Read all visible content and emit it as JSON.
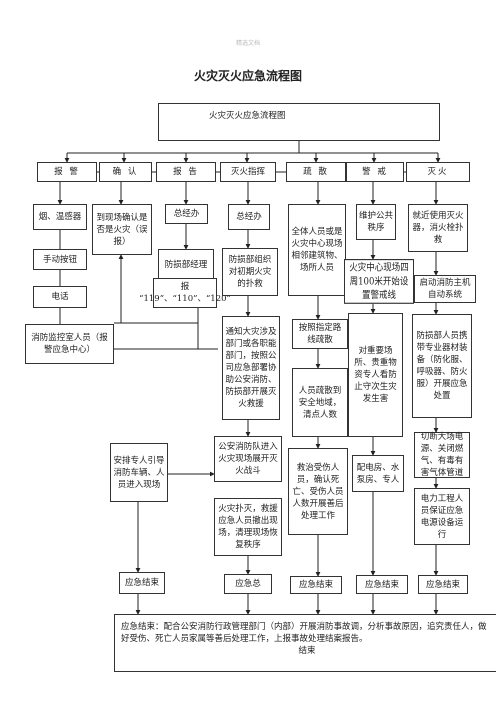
{
  "watermark": "精选文档",
  "title": "火灾灭火应急流程图",
  "header_box": "火灾灭火应急流程图",
  "stages": [
    "报 警",
    "确 认",
    "报 告",
    "灭火指挥",
    "疏 散",
    "警 戒",
    "灭火"
  ],
  "nodes": {
    "alarm_smoke": "烟、温感器",
    "alarm_button": "手动按钮",
    "alarm_phone": "电话",
    "alarm_control": "消防监控室人员（报警应急中心）",
    "confirm_site": "到现场确认是否是火灾（误报）",
    "report_gm": "总经办",
    "report_dept": "防损部经理",
    "report_call": "报 “119”、“110”、“120”",
    "cmd_gm": "总经办",
    "cmd_org": "防损部组织对初期火灾的扑救",
    "cmd_notify": "通知大灾涉及部门或各职能部门，按照公司应急部署协助公安消防、防损部开展灭火救援",
    "cmd_police": "公安消防队进入火灾现场展开灭火战斗",
    "cmd_after": "火灾扑灭，救援应急人员撤出现场，清理现场恢复秩序",
    "evac_all": "全体人员或是火灾中心现场相邻建筑物、场所人员",
    "evac_route": "按照指定路线疏散",
    "evac_safe": "人员疏散到安全地域，清点人数",
    "evac_rescue": "救治受伤人员，确认死亡、受伤人员人数开展善后处理工作",
    "guard_order": "维护公共秩序",
    "guard_zone": "火灾中心现场四周100米开始设置警戒线",
    "guard_key": "对重要场所、贵重物资专人看防止守次生灾发生害",
    "guard_power": "配电房、水泵房、专人",
    "fire_ext": "就近使用灭火器，消火栓扑救",
    "fire_auto": "启动消防主机自动系统",
    "fire_team": "防损部人员携带专业器材装备（防化服、呼吸器、防火服）开展应急处置",
    "fire_cut": "切断大场电源、关闭燃气、有毒有害气体管道",
    "fire_elec": "电力工程人员保证应急电源设备运行",
    "guide_vehicle": "安排专人引导消防车辆、人员进入现场",
    "end_1": "应急结束",
    "end_2": "应急总",
    "end_3": "应急结束",
    "end_4": "应急结束",
    "end_5": "应急结束",
    "final_text": "应急结束：配合公安消防行政管理部门（内部）开展消防事故调，分析事故原因，追究责任人，做好受伤、死亡人员家属等善后处理工作，上报事故处理结案报告。",
    "final_end": "结束"
  }
}
